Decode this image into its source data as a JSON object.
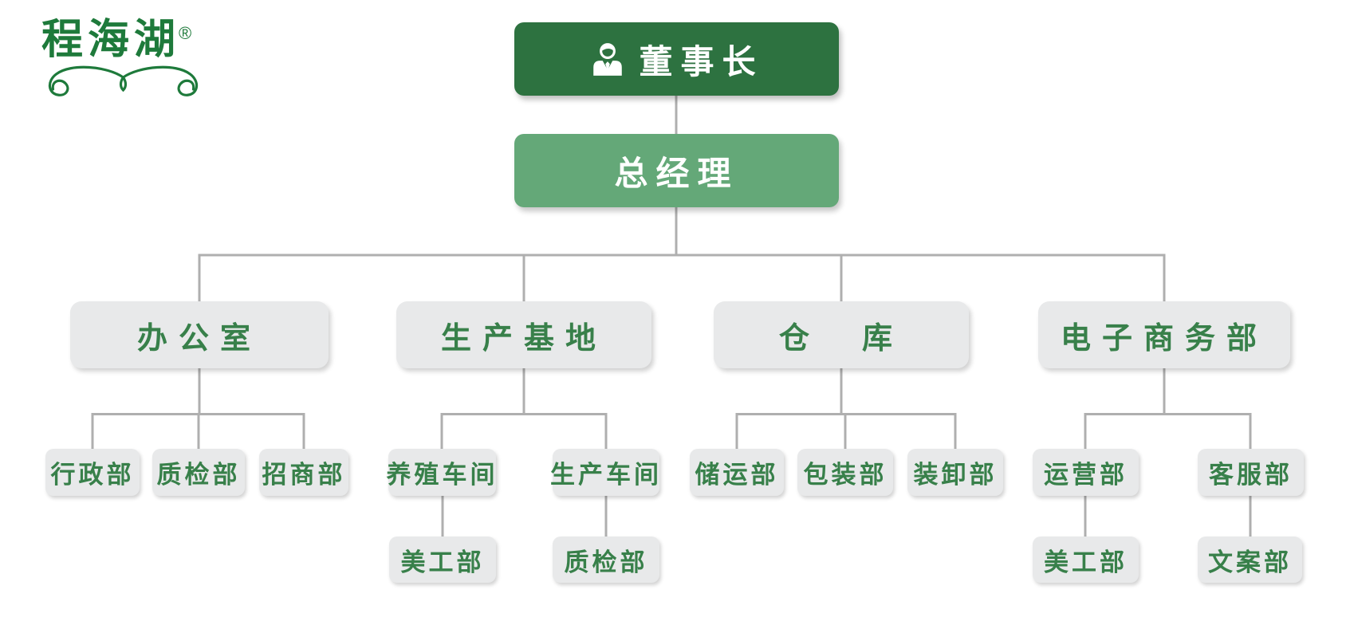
{
  "logo": {
    "brand": "程海湖",
    "registered_mark": "®"
  },
  "colors": {
    "level1_bg": "#2d7240",
    "level2_bg": "#64a878",
    "gray_node_bg": "#e8e9ea",
    "node_text_green": "#38804a",
    "connector_line": "#afafaf",
    "logo_green": "#1e7a3b"
  },
  "icons": {
    "chairman": "person-icon"
  },
  "org": {
    "chairman": {
      "label": "董事长"
    },
    "general_manager": {
      "label": "总经理"
    },
    "departments": [
      {
        "label": "办公室",
        "children": [
          {
            "label": "行政部"
          },
          {
            "label": "质检部"
          },
          {
            "label": "招商部"
          }
        ]
      },
      {
        "label": "生产基地",
        "children": [
          {
            "label": "养殖车间",
            "children": [
              {
                "label": "美工部"
              }
            ]
          },
          {
            "label": "生产车间",
            "children": [
              {
                "label": "质检部"
              }
            ]
          }
        ]
      },
      {
        "label": "仓　库",
        "children": [
          {
            "label": "储运部"
          },
          {
            "label": "包装部"
          },
          {
            "label": "装卸部"
          }
        ]
      },
      {
        "label": "电子商务部",
        "children": [
          {
            "label": "运营部",
            "children": [
              {
                "label": "美工部"
              }
            ]
          },
          {
            "label": "客服部",
            "children": [
              {
                "label": "文案部"
              }
            ]
          }
        ]
      }
    ]
  }
}
